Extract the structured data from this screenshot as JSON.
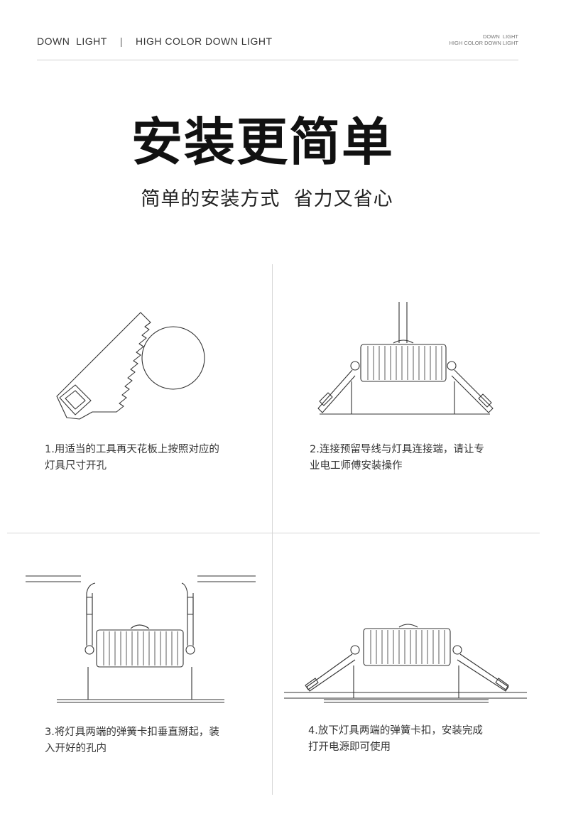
{
  "header": {
    "left_primary": "DOWN  LIGHT",
    "divider": "|",
    "left_secondary": "HIGH COLOR DOWN LIGHT",
    "right_line1": "DOWN  LIGHT",
    "right_line2": "HIGH COLOR DOWN LIGHT"
  },
  "title": "安装更简单",
  "subtitle": "简单的安装方式  省力又省心",
  "steps": [
    {
      "line1": "1.用适当的工具再天花板上按照对应的",
      "line2": "灯具尺寸开孔"
    },
    {
      "line1": "2.连接预留导线与灯具连接端，请让专",
      "line2": "业电工师傅安装操作"
    },
    {
      "line1": "3.将灯具两端的弹簧卡扣垂直掰起，装",
      "line2": "入开好的孔内"
    },
    {
      "line1": "4.放下灯具两端的弹簧卡扣，安装完成",
      "line2": "打开电源即可使用"
    }
  ]
}
